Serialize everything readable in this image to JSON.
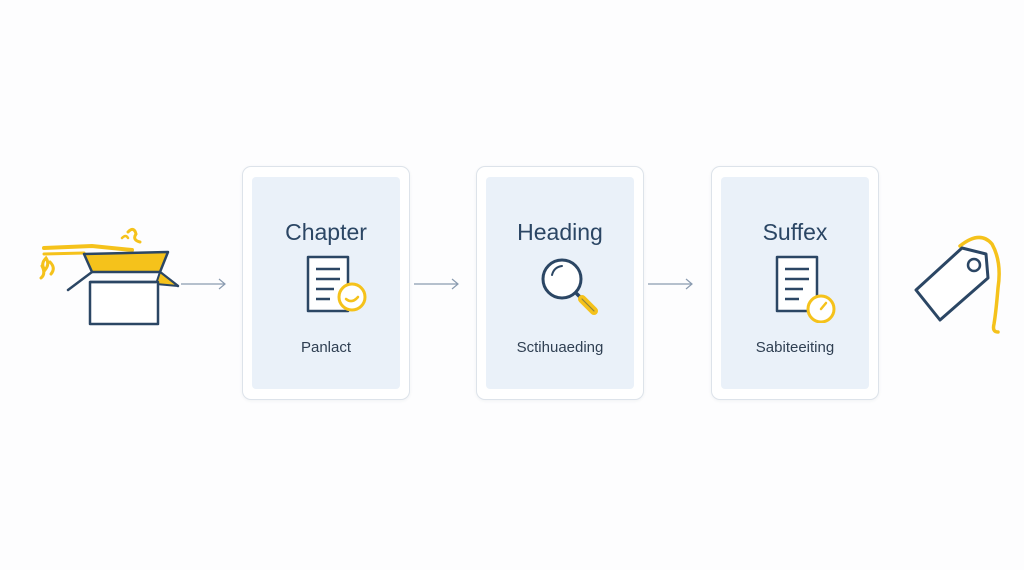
{
  "colors": {
    "navy": "#2b4664",
    "accent_yellow": "#f5c21b",
    "card_fill": "#eaf1f9",
    "card_border": "#dde3ea",
    "arrow": "#8a9bb0"
  },
  "steps": [
    {
      "title": "Chapter",
      "subtitle": "Panlact",
      "icon": "document-check-icon"
    },
    {
      "title": "Heading",
      "subtitle": "Sctihuaeding",
      "icon": "magnifier-icon"
    },
    {
      "title": "Suffex",
      "subtitle": "Sabiteeiting",
      "icon": "document-check-icon"
    }
  ],
  "start_icon": "open-box-icon",
  "end_icon": "price-tag-icon"
}
